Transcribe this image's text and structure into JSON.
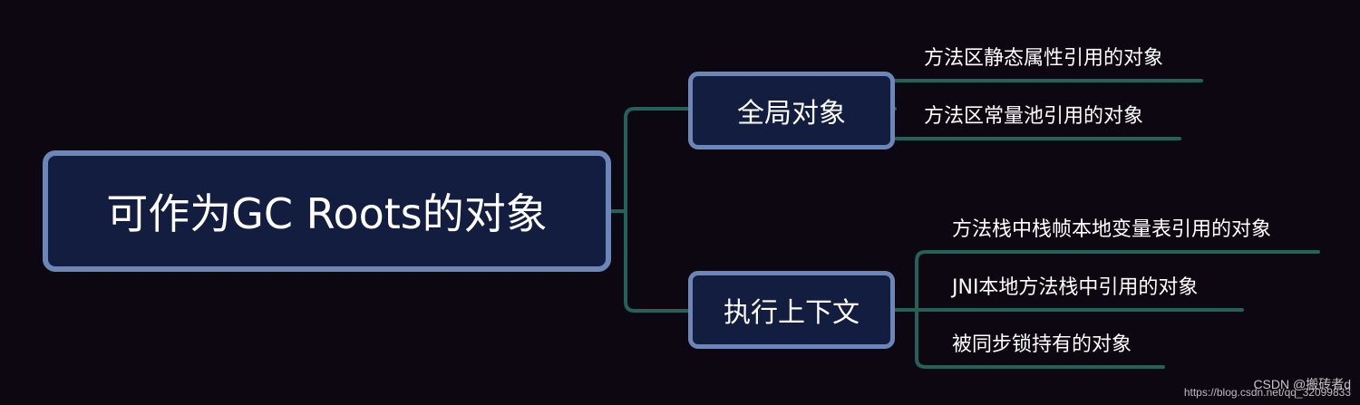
{
  "diagram": {
    "root": {
      "label": "可作为GC Roots的对象"
    },
    "branches": [
      {
        "label": "全局对象",
        "leaves": [
          "方法区静态属性引用的对象",
          "方法区常量池引用的对象"
        ]
      },
      {
        "label": "执行上下文",
        "leaves": [
          "方法栈中栈帧本地变量表引用的对象",
          "JNI本地方法栈中引用的对象",
          "被同步锁持有的对象"
        ]
      }
    ]
  },
  "watermark": {
    "brand": "CSDN @搬砖者d",
    "url": "https://blog.csdn.net/qq_32099833"
  },
  "colors": {
    "background": "#0c0711",
    "node_fill": "#131d40",
    "node_border": "#6d86b8",
    "connector": "#236159",
    "text": "#ffffff"
  }
}
